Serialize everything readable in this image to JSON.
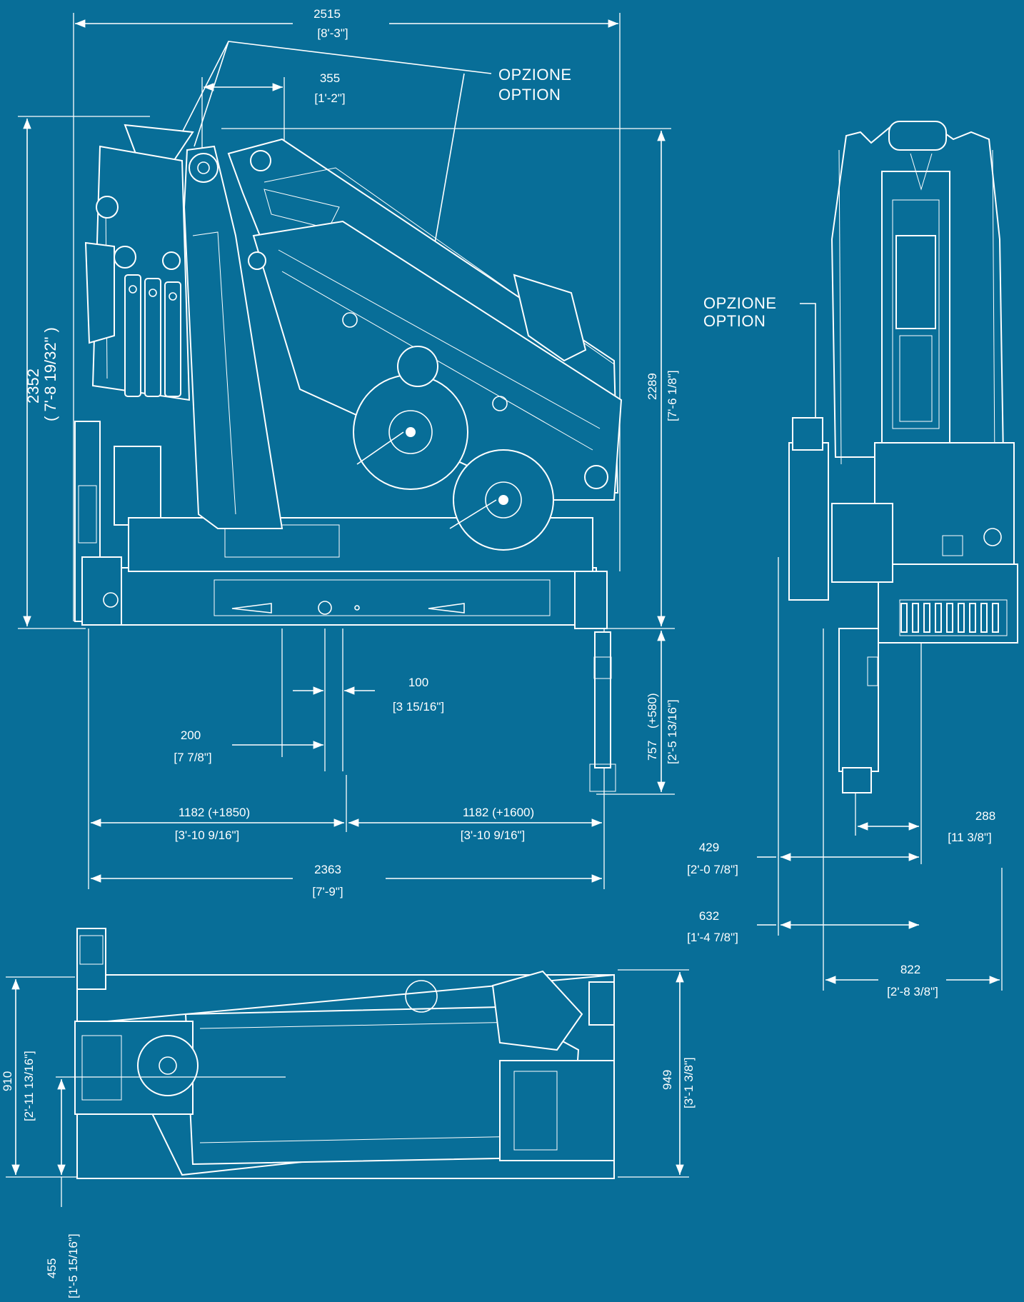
{
  "palette": {
    "background": "#086e98",
    "linework": "#ffffff"
  },
  "side_view": {
    "option_label_it": "OPZIONE",
    "option_label_en": "OPTION",
    "overall_length": {
      "mm": "2515",
      "imperial": "[8'-3\"]"
    },
    "column_offset": {
      "mm": "355",
      "imperial": "[1'-2\"]"
    },
    "overall_height": {
      "mm": "2352",
      "imperial": "( 7'-8 19/32\" )"
    },
    "folded_height": {
      "mm": "2289",
      "imperial": "[7'-6 1/8\"]"
    },
    "stabilizer_drop": {
      "mm": "757",
      "extra": "(+580)",
      "imperial": "[2'-5 13/16\"]"
    },
    "dim_100": {
      "mm": "100",
      "imperial": "[3 15/16\"]"
    },
    "dim_200": {
      "mm": "200",
      "imperial": "[7 7/8\"]"
    },
    "outrigger_left": {
      "mm": "1182 (+1850)",
      "imperial": "[3'-10 9/16\"]"
    },
    "outrigger_right": {
      "mm": "1182 (+1600)",
      "imperial": "[3'-10 9/16\"]"
    },
    "base_width": {
      "mm": "2363",
      "imperial": "[7'-9\"]"
    }
  },
  "front_view": {
    "option_label_it": "OPZIONE",
    "option_label_en": "OPTION",
    "dim_288": {
      "mm": "288",
      "imperial": "[11 3/8\"]"
    },
    "dim_429": {
      "mm": "429",
      "imperial": "[2'-0 7/8\"]"
    },
    "dim_632": {
      "mm": "632",
      "imperial": "[1'-4 7/8\"]"
    },
    "dim_822": {
      "mm": "822",
      "imperial": "[2'-8 3/8\"]"
    }
  },
  "top_view": {
    "dim_910": {
      "mm": "910",
      "imperial": "[2'-11 13/16\"]"
    },
    "dim_949": {
      "mm": "949",
      "imperial": "[3'-1 3/8\"]"
    },
    "dim_455": {
      "mm": "455",
      "imperial": "[1'-5 15/16\"]"
    }
  }
}
